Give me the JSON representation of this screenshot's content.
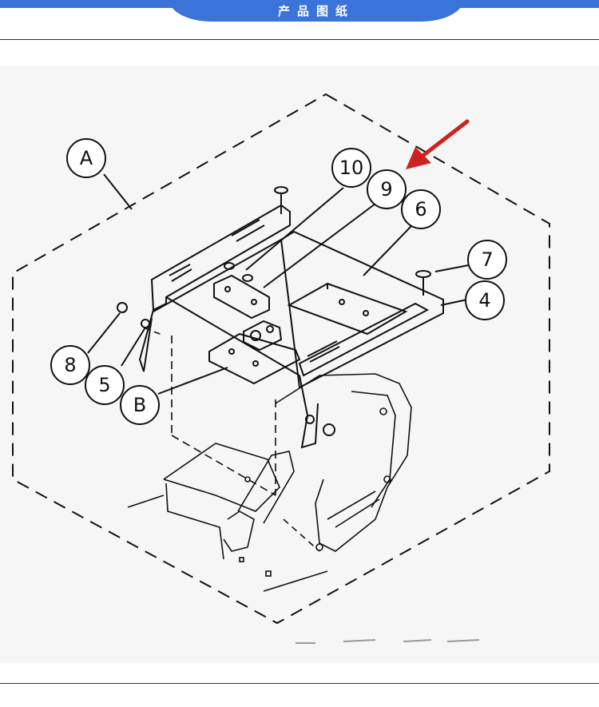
{
  "header": {
    "title": "产品图纸"
  },
  "drawing": {
    "callouts": [
      "A",
      "10",
      "9",
      "6",
      "7",
      "4",
      "8",
      "5",
      "B"
    ],
    "arrow_color": "#cc2222",
    "line_color": "#111111",
    "accent_color": "#3a74d8"
  }
}
